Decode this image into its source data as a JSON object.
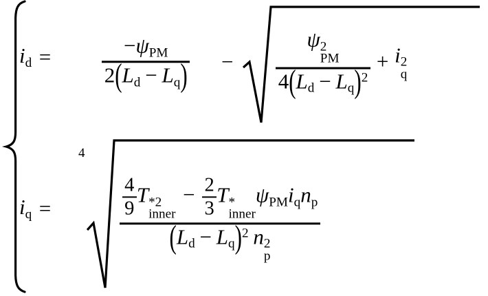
{
  "document": {
    "kind": "mathematical-equation",
    "background_color": "#ffffff",
    "text_color": "#000000",
    "system_brace": "{"
  },
  "equations": [
    {
      "id": "eq-id",
      "lhs": {
        "base": "i",
        "sub": "d"
      },
      "relation": "=",
      "rhs_terms": [
        {
          "type": "fraction",
          "numerator": {
            "sign": "−",
            "base": "ψ",
            "sub": "PM"
          },
          "denominator": {
            "coefficient": "2",
            "paren_open": "(",
            "left": {
              "base": "L",
              "sub": "d"
            },
            "operator": "−",
            "right": {
              "base": "L",
              "sub": "q"
            },
            "paren_close": ")"
          }
        },
        {
          "type": "operator",
          "symbol": "−"
        },
        {
          "type": "sqrt",
          "index": "",
          "radicand": [
            {
              "type": "fraction",
              "numerator": {
                "base": "ψ",
                "sup": "2",
                "sub": "PM"
              },
              "denominator": {
                "coefficient": "4",
                "paren_open": "(",
                "left": {
                  "base": "L",
                  "sub": "d"
                },
                "operator": "−",
                "right": {
                  "base": "L",
                  "sub": "q"
                },
                "paren_close": ")",
                "paren_power": "2"
              }
            },
            {
              "type": "operator",
              "symbol": "+"
            },
            {
              "type": "term",
              "base": "i",
              "sub": "q",
              "sup": "2"
            }
          ]
        }
      ]
    },
    {
      "id": "eq-iq",
      "lhs": {
        "base": "i",
        "sub": "q"
      },
      "relation": "=",
      "rhs_terms": [
        {
          "type": "nthroot",
          "index": "4",
          "radicand": {
            "type": "fraction",
            "numerator": {
              "term1": {
                "fraction": {
                  "num": "4",
                  "den": "9"
                },
                "base": "T",
                "sup": "*2",
                "sub": "inner"
              },
              "operator": "−",
              "term2": {
                "fraction": {
                  "num": "2",
                  "den": "3"
                },
                "base": "T",
                "sup": "*",
                "sub": "inner"
              },
              "factors": [
                {
                  "base": "ψ",
                  "sub": "PM"
                },
                {
                  "base": "i",
                  "sub": "q"
                },
                {
                  "base": "n",
                  "sub": "p"
                }
              ]
            },
            "denominator": {
              "paren_open": "(",
              "left": {
                "base": "L",
                "sub": "d"
              },
              "operator": "−",
              "right": {
                "base": "L",
                "sub": "q"
              },
              "paren_close": ")",
              "paren_power": "2",
              "factor": {
                "base": "n",
                "sub": "p",
                "sup": "2"
              }
            }
          }
        }
      ]
    }
  ],
  "symbols": {
    "minus": "−",
    "plus": "+",
    "equals": "=",
    "psi": "ψ",
    "i": "i",
    "L": "L",
    "T": "T",
    "n": "n",
    "sub_d": "d",
    "sub_q": "q",
    "sub_p": "p",
    "sub_PM": "PM",
    "sub_inner": "inner",
    "two": "2",
    "three": "3",
    "four": "4",
    "nine": "9",
    "star": "*",
    "star2": "*2",
    "paren_open": "(",
    "paren_close": ")"
  }
}
